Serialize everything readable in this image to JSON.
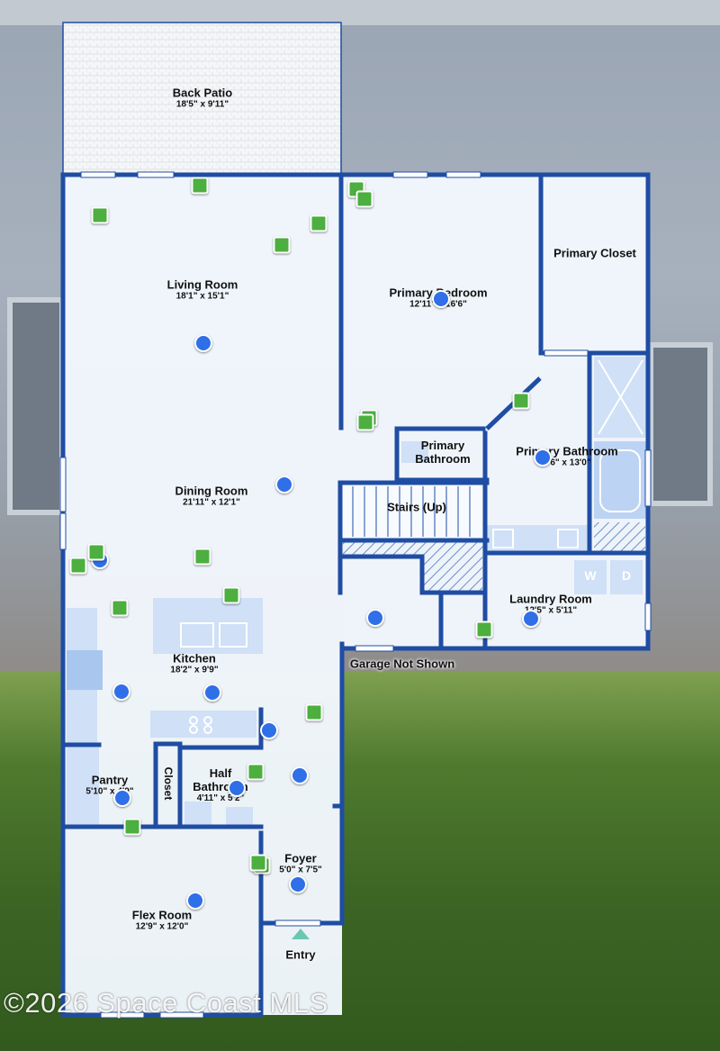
{
  "rooms": {
    "back_patio": {
      "name": "Back Patio",
      "dims": "18'5\" x 9'11\""
    },
    "living_room": {
      "name": "Living Room",
      "dims": "18'1\" x 15'1\""
    },
    "primary_bedroom": {
      "name": "Primary Bedroom",
      "dims": "12'11\" x 16'6\""
    },
    "primary_closet": {
      "name": "Primary Closet"
    },
    "primary_bathroom_small": {
      "name": "Primary Bathroom"
    },
    "primary_bathroom": {
      "name": "Primary Bathroom",
      "dims": "8'6\" x 13'0\""
    },
    "dining_room": {
      "name": "Dining Room",
      "dims": "21'11\" x 12'1\""
    },
    "stairs": {
      "name": "Stairs (Up)"
    },
    "laundry_room": {
      "name": "Laundry Room",
      "dims": "12'5\" x 5'11\""
    },
    "kitchen": {
      "name": "Kitchen",
      "dims": "18'2\" x 9'9\""
    },
    "pantry": {
      "name": "Pantry",
      "dims": "5'10\" x 4'9\""
    },
    "closet": {
      "name": "Closet"
    },
    "half_bathroom": {
      "name": "Half Bathroom",
      "dims": "4'11\" x 5'2\""
    },
    "foyer": {
      "name": "Foyer",
      "dims": "5'0\" x 7'5\""
    },
    "flex_room": {
      "name": "Flex Room",
      "dims": "12'9\" x 12'0\""
    }
  },
  "notes": {
    "garage": "Garage Not Shown",
    "entry": "Entry",
    "washer": "W",
    "dryer": "D"
  },
  "watermark": "©2026 Space Coast MLS",
  "colors": {
    "wall": "#1f4da3",
    "floor": "#f2f7fd",
    "fixture": "#cfe0f7",
    "photo_marker": "#2f6fe8",
    "pano_marker": "#4caf3f",
    "entry_arrow": "#6cc7b0"
  }
}
